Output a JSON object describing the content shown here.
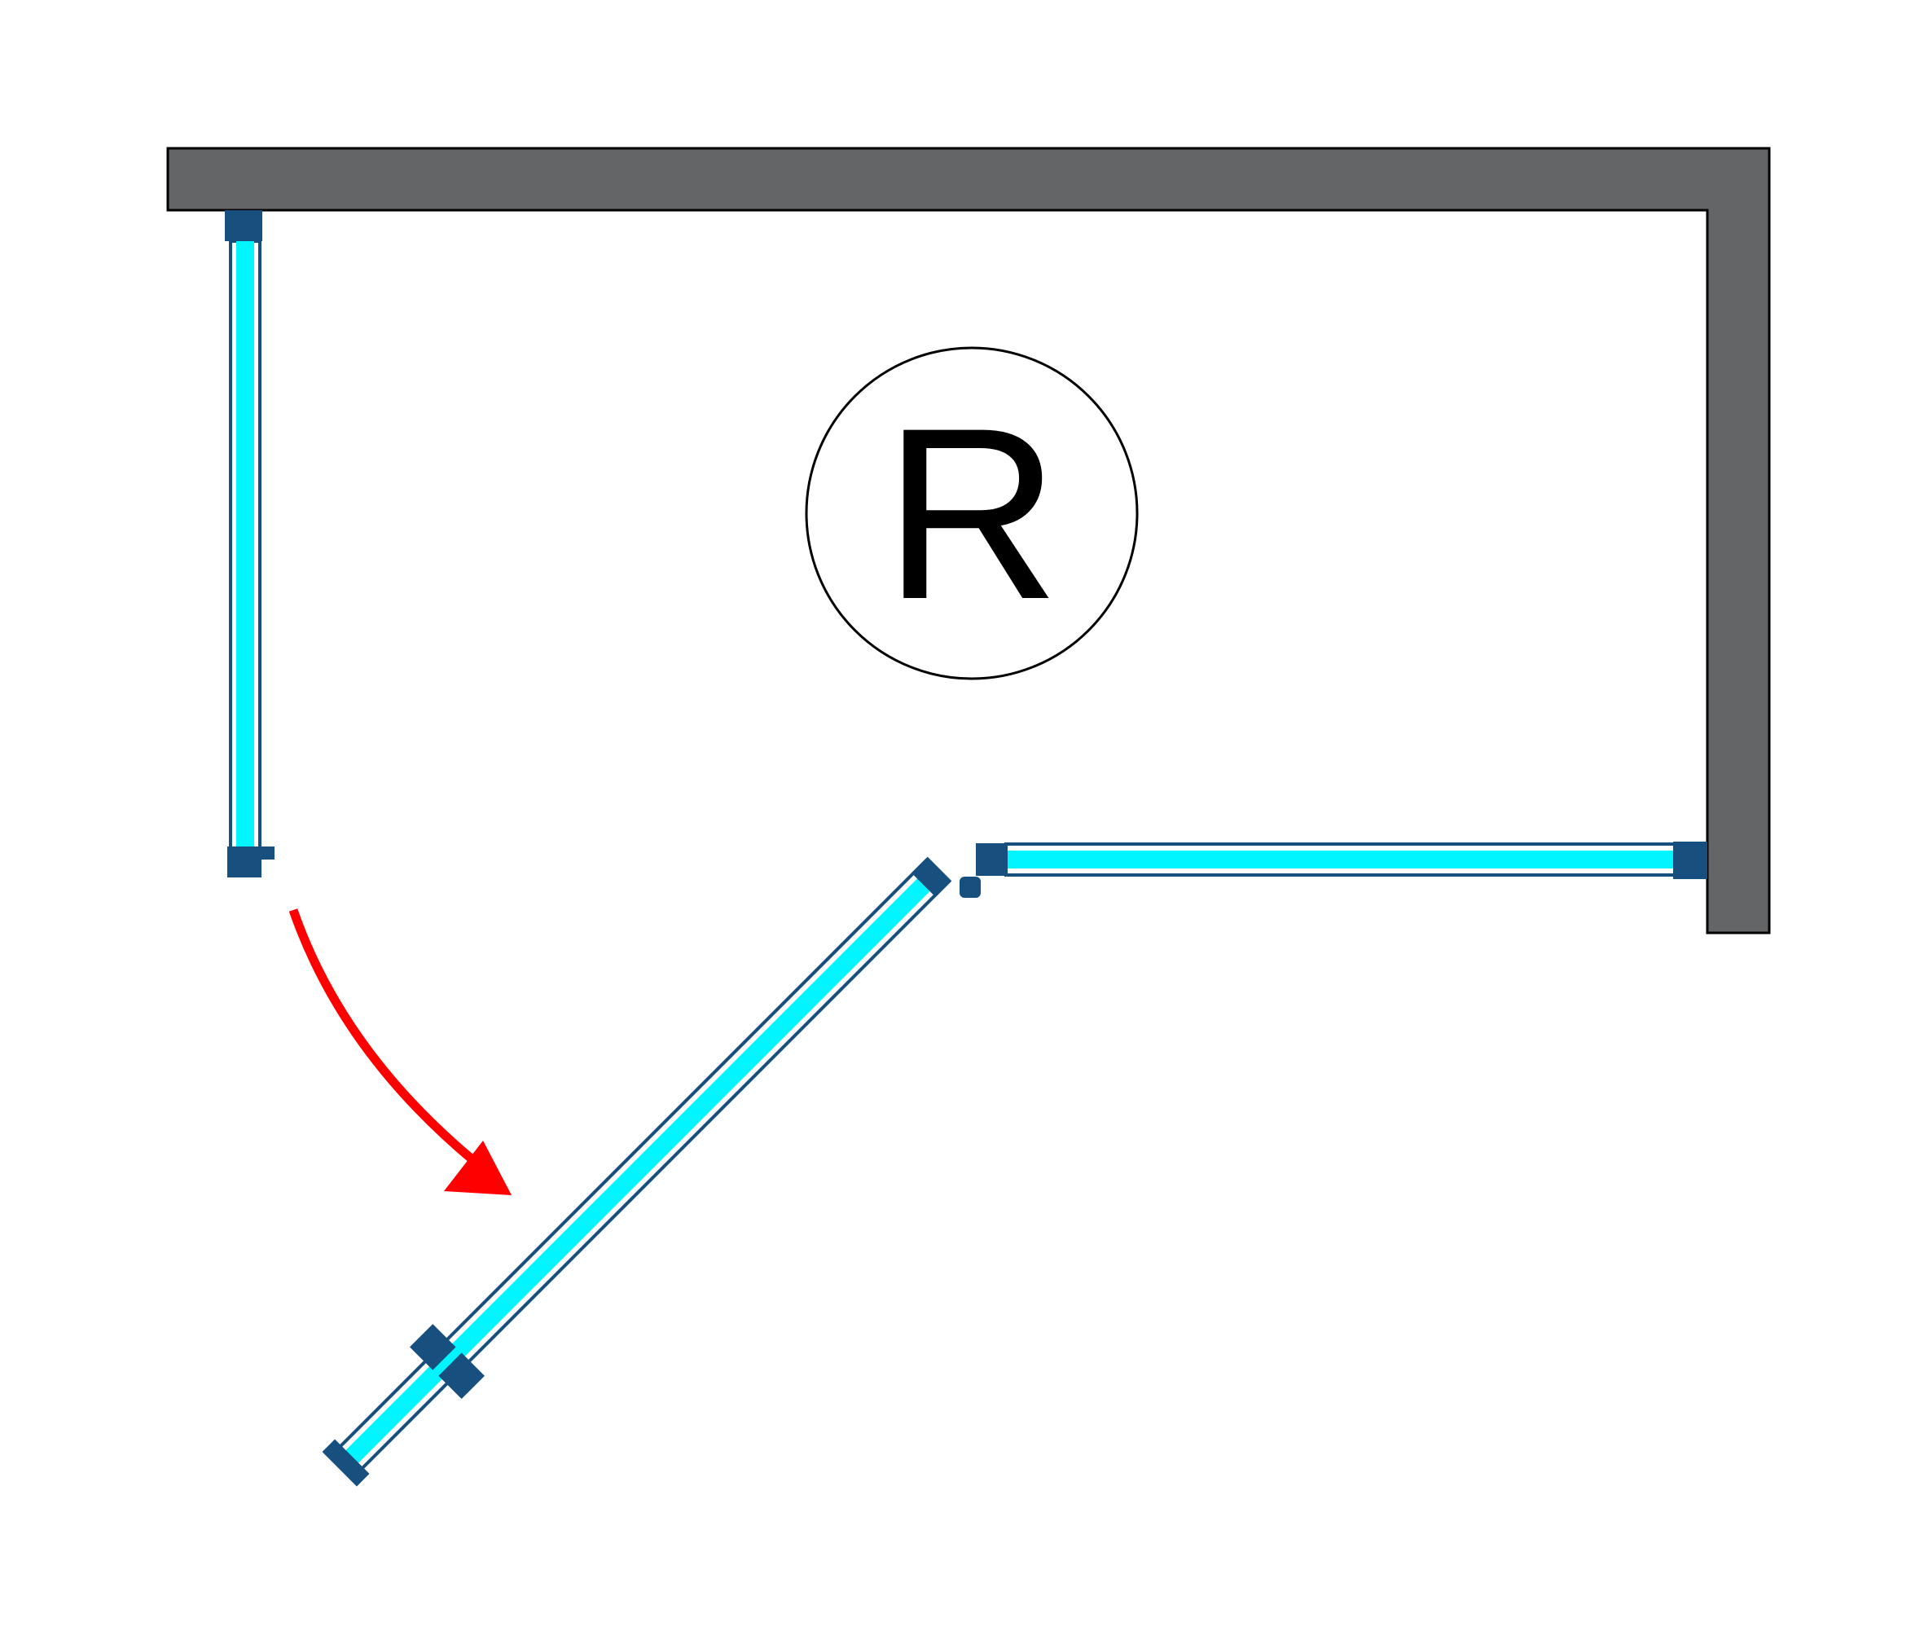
{
  "diagram": {
    "orientation_label": "R",
    "colors": {
      "wall": "#636566",
      "frame": "#17507f",
      "glass": "#00f5ff",
      "arrow": "#ff0000",
      "background": "#ffffff"
    },
    "icons": {
      "badge": "circle-letter-badge",
      "swing": "curved-swing-arrow"
    }
  }
}
